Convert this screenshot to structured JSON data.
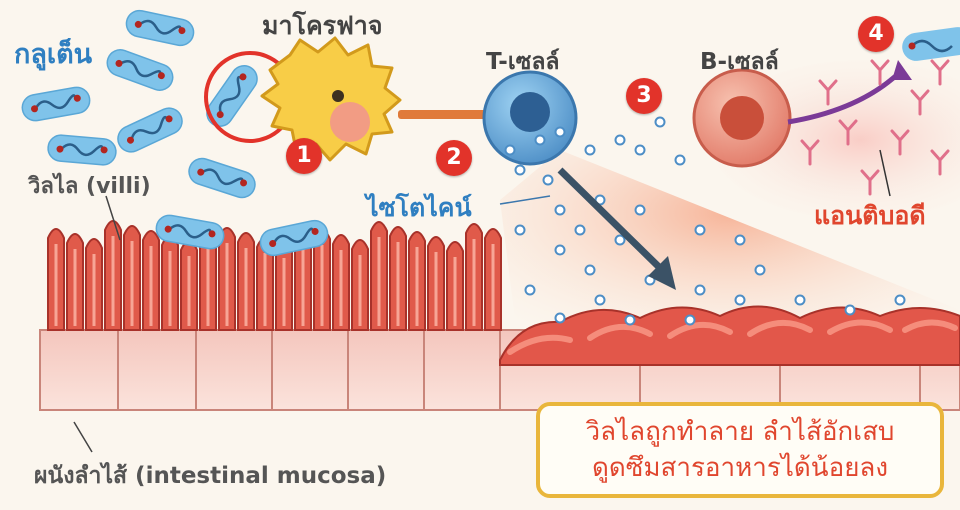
{
  "labels": {
    "gluten": "กลูเต็น",
    "macrophage": "มาโครฟาจ",
    "t_cell": "T-เซลล์",
    "b_cell": "B-เซลล์",
    "cytokine": "ไซโตไคน์",
    "villi": "วิลไล (villi)",
    "antibody": "แอนติบอดี",
    "mucosa": "ผนังลำไส้ (intestinal mucosa)"
  },
  "steps": [
    "1",
    "2",
    "3",
    "4"
  ],
  "callout": {
    "line1": "วิลไลถูกทำลาย ลำไส้อักเสบ",
    "line2": "ดูดซึมสารอาหารได้น้อยลง"
  },
  "colors": {
    "gluten_blue": "#7fc3ea",
    "macrophage_yellow": "#f8cd47",
    "t_cell_blue": "#4d8ec6",
    "b_cell_pink": "#ec8f7a",
    "step_red": "#e2332a",
    "villi_red": "#d94a3f",
    "callout_border": "#e9b63b"
  }
}
